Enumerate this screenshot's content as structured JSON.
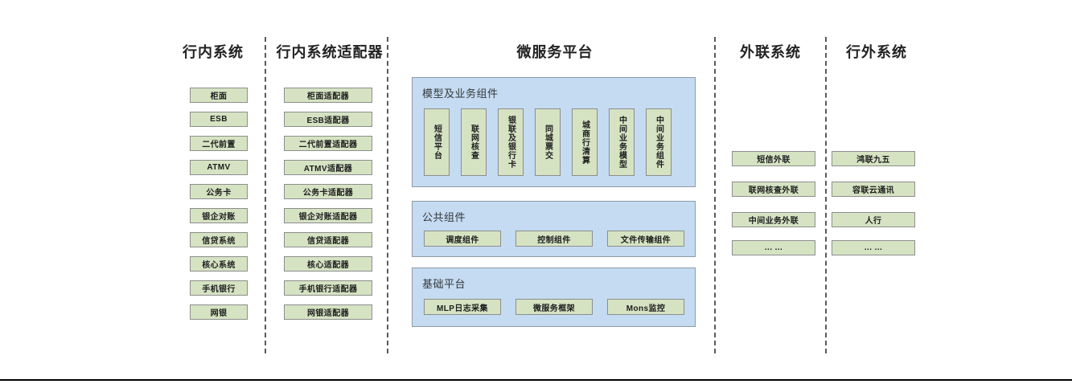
{
  "columns": {
    "intra_bank": {
      "title": "行内系统",
      "items": [
        "柜面",
        "ESB",
        "二代前置",
        "ATMV",
        "公务卡",
        "银企对账",
        "信贷系统",
        "核心系统",
        "手机银行",
        "网银"
      ]
    },
    "intra_bank_adapter": {
      "title": "行内系统适配器",
      "items": [
        "柜面适配器",
        "ESB适配器",
        "二代前置适配器",
        "ATMV适配器",
        "公务卡适配器",
        "银企对账适配器",
        "信贷适配器",
        "核心适配器",
        "手机银行适配器",
        "网银适配器"
      ]
    },
    "microservice_platform": {
      "title": "微服务平台",
      "panels": [
        {
          "label": "模型及业务组件",
          "orientation": "vertical",
          "items": [
            "短信平台",
            "联网核查",
            "银联及银行卡",
            "同城票交",
            "城商行清算",
            "中间业务模型",
            "中间业务组件"
          ]
        },
        {
          "label": "公共组件",
          "orientation": "horizontal",
          "items": [
            "调度组件",
            "控制组件",
            "文件传输组件"
          ]
        },
        {
          "label": "基础平台",
          "orientation": "horizontal",
          "items": [
            "MLP日志采集",
            "微服务框架",
            "Mons监控"
          ]
        }
      ]
    },
    "external_link": {
      "title": "外联系统",
      "items": [
        "短信外联",
        "联网核查外联",
        "中间业务外联",
        "... ..."
      ]
    },
    "outside_bank": {
      "title": "行外系统",
      "items": [
        "鸿联九五",
        "容联云通讯",
        "人行",
        "... ..."
      ]
    }
  },
  "colors": {
    "node_fill": "#d6e3c3",
    "node_border": "#8d8d8d",
    "panel_fill": "#c4dbf1",
    "panel_border": "#8d9aa8",
    "divider": "#5a5a5a",
    "title_text": "#222222"
  }
}
